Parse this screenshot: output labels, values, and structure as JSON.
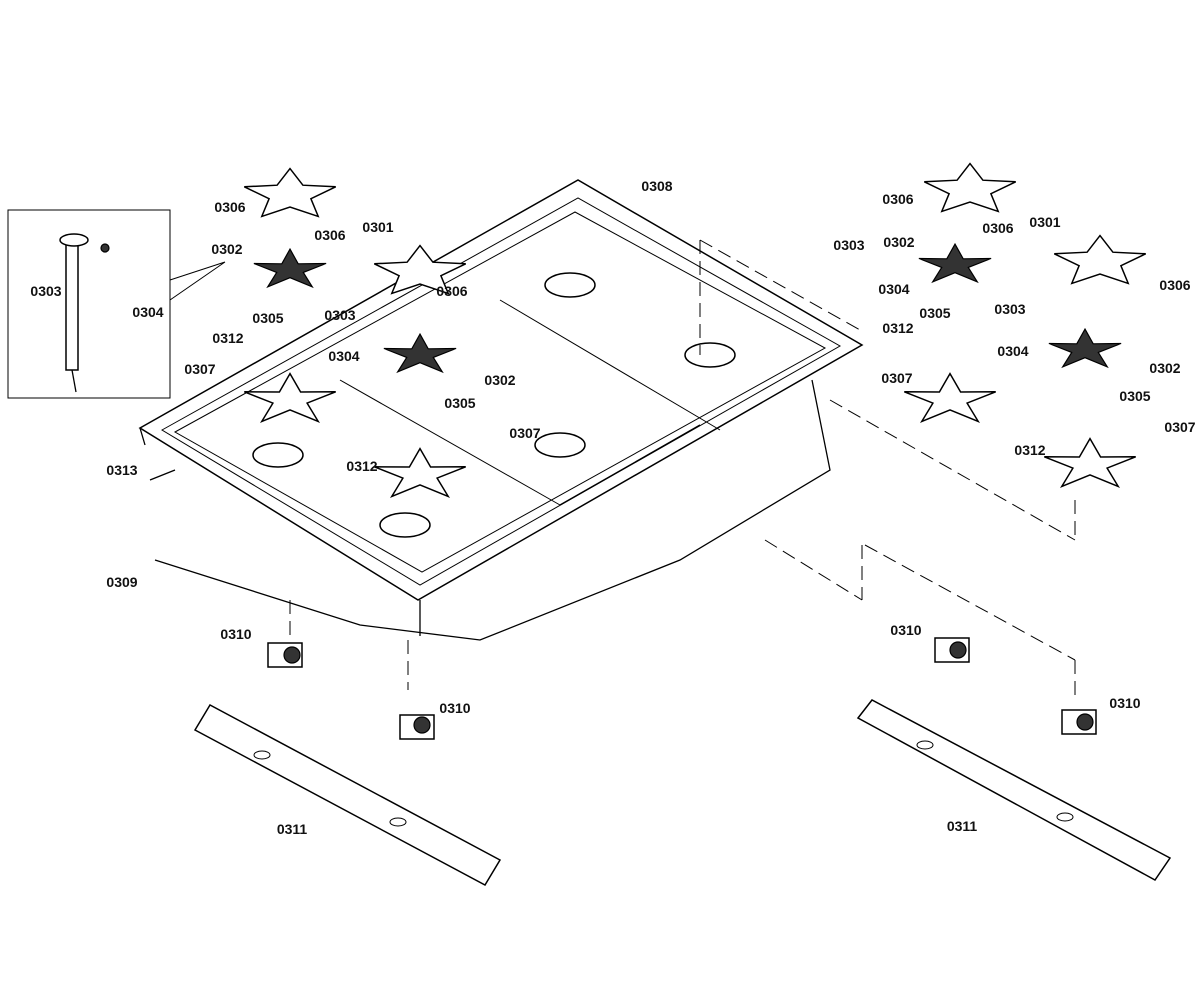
{
  "diagram": {
    "type": "exploded parts diagram",
    "callouts": [
      "0308",
      "0306",
      "0301",
      "0306",
      "0302",
      "0303",
      "0304",
      "0305",
      "0312",
      "0303",
      "0306",
      "0304",
      "0302",
      "0307",
      "0305",
      "0307",
      "0312",
      "0313",
      "0309",
      "0310",
      "0310",
      "0311",
      "0306",
      "0301",
      "0306",
      "0303",
      "0302",
      "0304",
      "0305",
      "0312",
      "0303",
      "0306",
      "0304",
      "0302",
      "0307",
      "0305",
      "0307",
      "0312",
      "0310",
      "0310",
      "0311"
    ]
  }
}
